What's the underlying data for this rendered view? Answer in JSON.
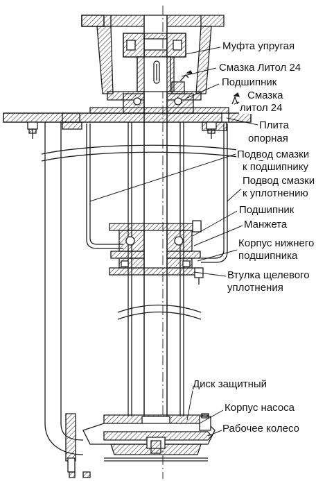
{
  "labels": {
    "coupling": "Муфта упругая",
    "grease_1": "Смазка Литол 24",
    "bearing_top": "Подшипник",
    "grease_2_line1": "Смазка",
    "grease_2_line2": "литол 24",
    "plate_line1": "Плита",
    "plate_line2": "опорная",
    "bearing_feed_line1": "Подвод смазки",
    "bearing_feed_line2": "к подшипнику",
    "seal_feed_line1": "Подвод смазки",
    "seal_feed_line2": "к уплотнению",
    "bearing_mid": "Подшипник",
    "cuff": "Манжета",
    "lower_housing_line1": "Корпус нижнего",
    "lower_housing_line2": "подшипника",
    "bushing_line1": "Втулка щелевого",
    "bushing_line2": "уплотнения",
    "disc": "Диск защитный",
    "pump_body": "Корпус насоса",
    "impeller": "Рабочее колесо"
  },
  "colors": {
    "ink": "#1a1a1a",
    "hatch": "#2a2a2a",
    "paper": "#ffffff"
  }
}
